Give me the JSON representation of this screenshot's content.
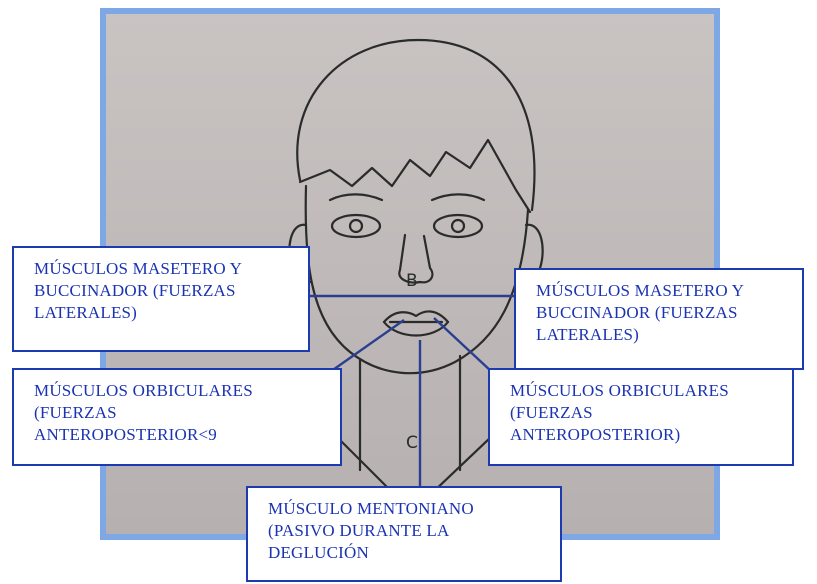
{
  "colors": {
    "frame_border": "#7ea7e6",
    "callout_border": "#1e3ab0",
    "callout_text": "#1a33b3",
    "pointer_line": "#2a3f8f",
    "sketch_ink": "#2b2b2b"
  },
  "sketch": {
    "mark_b": "B",
    "mark_c": "C"
  },
  "labels": {
    "masetero_left": [
      "MÚSCULOS MASETERO  Y",
      "BUCCINADOR (FUERZAS",
      "LATERALES)"
    ],
    "masetero_right": [
      "MÚSCULOS MASETERO  Y",
      "BUCCINADOR (FUERZAS",
      "LATERALES)"
    ],
    "orbiculares_left": [
      "MÚSCULOS ORBICULARES",
      "(FUERZAS",
      "ANTEROPOSTERIOR<9"
    ],
    "orbiculares_right": [
      "MÚSCULOS ORBICULARES",
      "(FUERZAS",
      "ANTEROPOSTERIOR)"
    ],
    "mentoniano": [
      "MÚSCULO MENTONIANO",
      "(PASIVO DURANTE LA",
      "DEGLUCIÓN"
    ]
  }
}
